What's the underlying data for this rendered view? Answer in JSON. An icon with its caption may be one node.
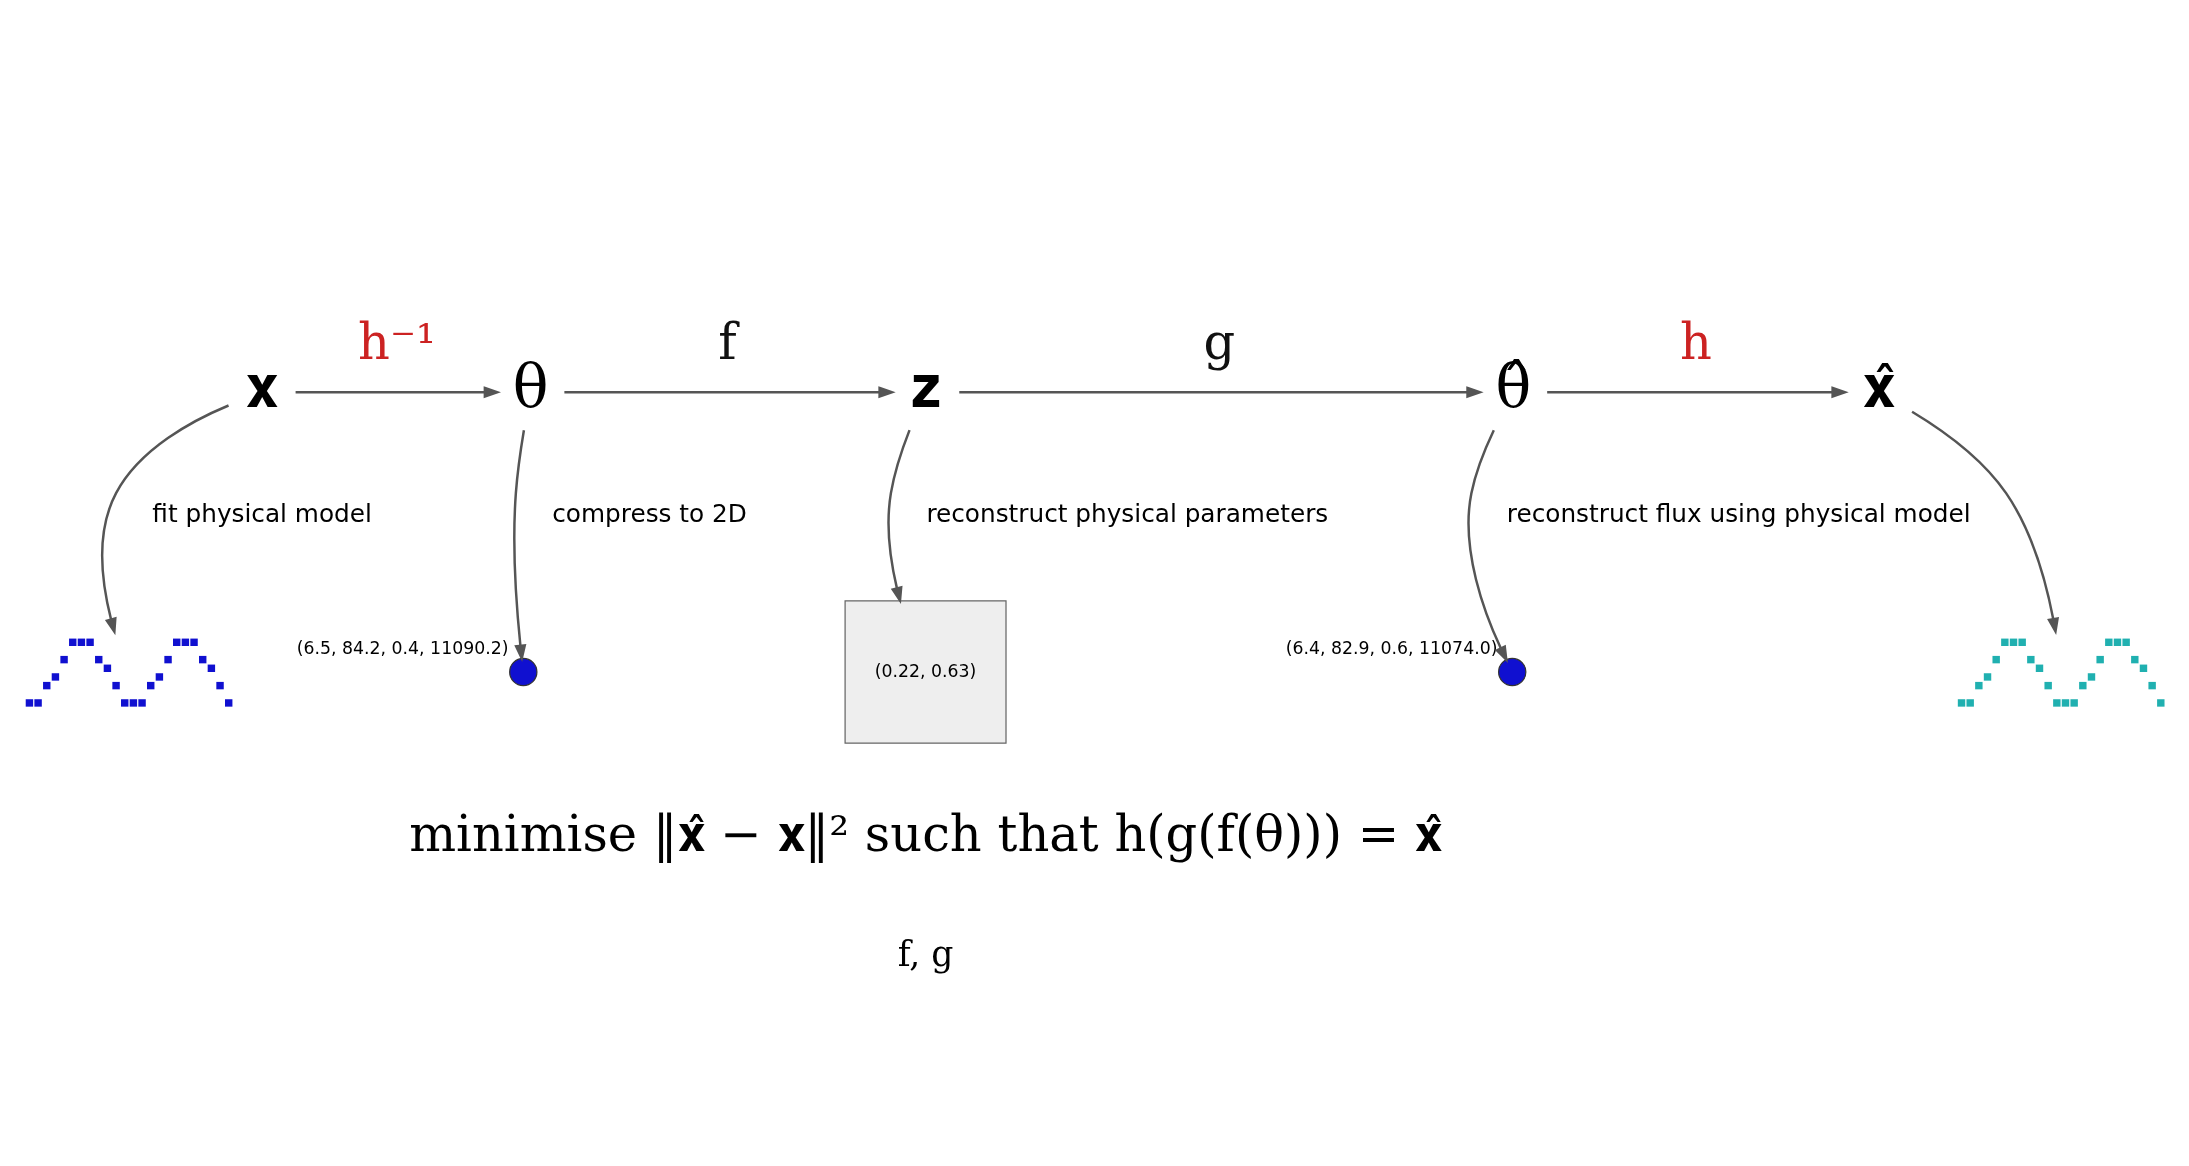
{
  "diagram": {
    "nodes": [
      {
        "text": [
          "𝐱"
        ]
      },
      {
        "text": [
          "θ"
        ]
      },
      {
        "text": [
          "𝐳"
        ]
      },
      {
        "text": [
          "θ̂"
        ]
      },
      {
        "text": [
          "𝐱̂"
        ]
      },
      {
        "text": [],
        "shape": "picture"
      },
      {
        "text": [],
        "shape": "circle",
        "beside": [
          "(6.5, 84.2, 0.4, 11090.2)"
        ]
      },
      {
        "text": [
          "(0.22, 0.63)"
        ]
      },
      {
        "text": [],
        "shape": "circle",
        "beside": [
          "(6.4, 82.9, 0.6, 11074.0)"
        ]
      },
      {
        "text": [],
        "shape": "picture"
      }
    ],
    "edges": [
      {
        "from": 0,
        "to": 1,
        "arrow": "to",
        "label": "h⁻¹"
      },
      {
        "from": 1,
        "to": 2,
        "arrow": "to",
        "label": "f"
      },
      {
        "from": 2,
        "to": 3,
        "arrow": "to",
        "label": "g"
      },
      {
        "from": 3,
        "to": 4,
        "arrow": "to",
        "label": "h"
      },
      {
        "from": 0,
        "to": 5,
        "arrow": "to"
      },
      {
        "from": 1,
        "to": 6,
        "arrow": "to"
      },
      {
        "from": 2,
        "to": 7,
        "arrow": "to"
      },
      {
        "from": 3,
        "to": 8,
        "arrow": "to"
      },
      {
        "from": 4,
        "to": 9,
        "arrow": "to"
      }
    ],
    "labels": [
      "fit physical model",
      "compress to 2D",
      "reconstruct physical parameters",
      "reconstruct flux using physical model",
      "minimise ‖𝐱̂ − 𝐱‖² such that h(g(f(θ))) = 𝐱̂",
      "f, g"
    ]
  }
}
